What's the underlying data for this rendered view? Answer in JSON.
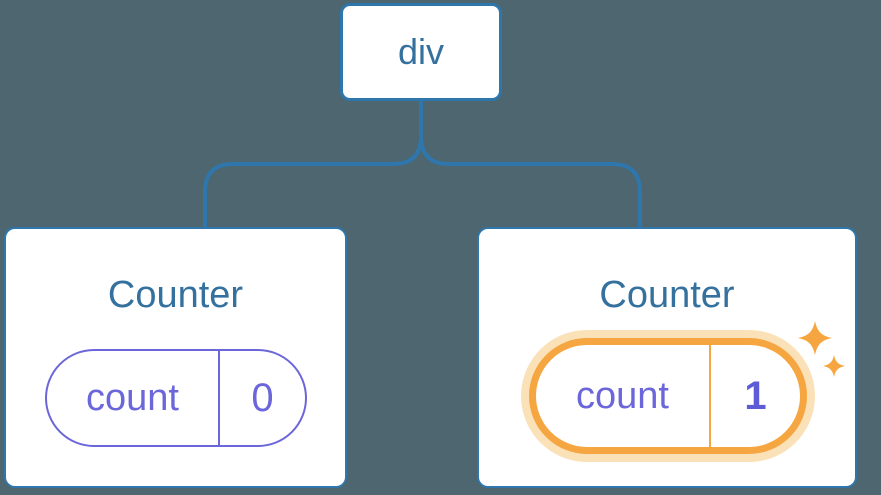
{
  "colors": {
    "bg": "#4D666F",
    "blue": "#2E76AB",
    "title_blue": "#35719E",
    "purple": "#6B66D9",
    "purple_bold": "#5E5BD7",
    "orange": "#F5A640",
    "orange_glow": "#FBE1B8",
    "card_bg": "#FFFFFF"
  },
  "tree": {
    "root": {
      "label": "div"
    },
    "children": [
      {
        "title": "Counter",
        "state": {
          "name": "count",
          "value": "0"
        },
        "highlighted": false
      },
      {
        "title": "Counter",
        "state": {
          "name": "count",
          "value": "1"
        },
        "highlighted": true,
        "badge_icon": "sparkles-icon"
      }
    ]
  }
}
